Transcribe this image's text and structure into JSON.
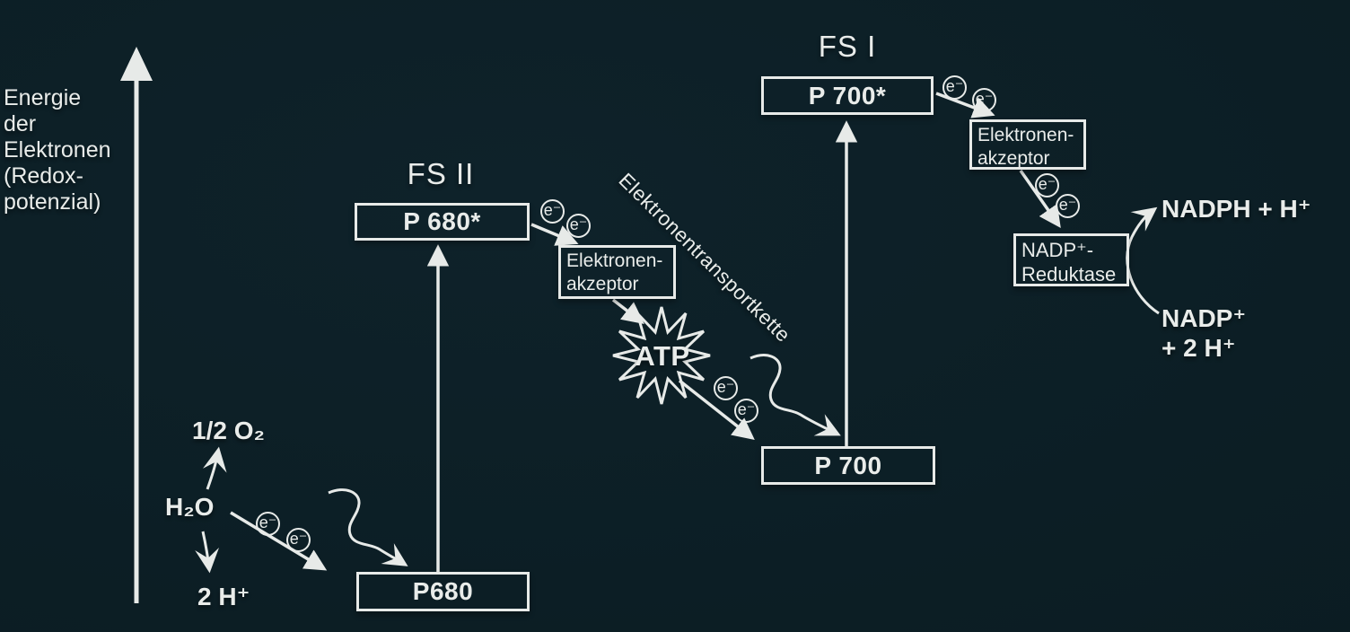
{
  "colors": {
    "background": "#0c1e24",
    "line": "#e7eae8",
    "text": "#e9ecea"
  },
  "energy_axis": {
    "lines": [
      "Energie",
      "der",
      "Elektronen",
      "(Redox-",
      "potenzial)"
    ]
  },
  "fs2": {
    "title": "FS II",
    "excited_box": "P 680*",
    "ground_box": "P680",
    "acceptor": [
      "Elektronen-",
      "akzeptor"
    ]
  },
  "fs1": {
    "title": "FS I",
    "excited_box": "P 700*",
    "ground_box": "P 700",
    "acceptor": [
      "Elektronen-",
      "akzeptor"
    ]
  },
  "transport_chain": {
    "label": "Elektronentransportkette",
    "atp": "ATP"
  },
  "reductase": {
    "lines": [
      "NADP⁺-",
      "Reduktase"
    ]
  },
  "products": {
    "nadph": "NADPH + H⁺",
    "nadp": [
      "NADP⁺",
      "+ 2 H⁺"
    ]
  },
  "water": {
    "h2o": "H₂O",
    "o2": "1/2 O₂",
    "protons": "2 H⁺"
  },
  "electron": {
    "label": "e⁻"
  }
}
